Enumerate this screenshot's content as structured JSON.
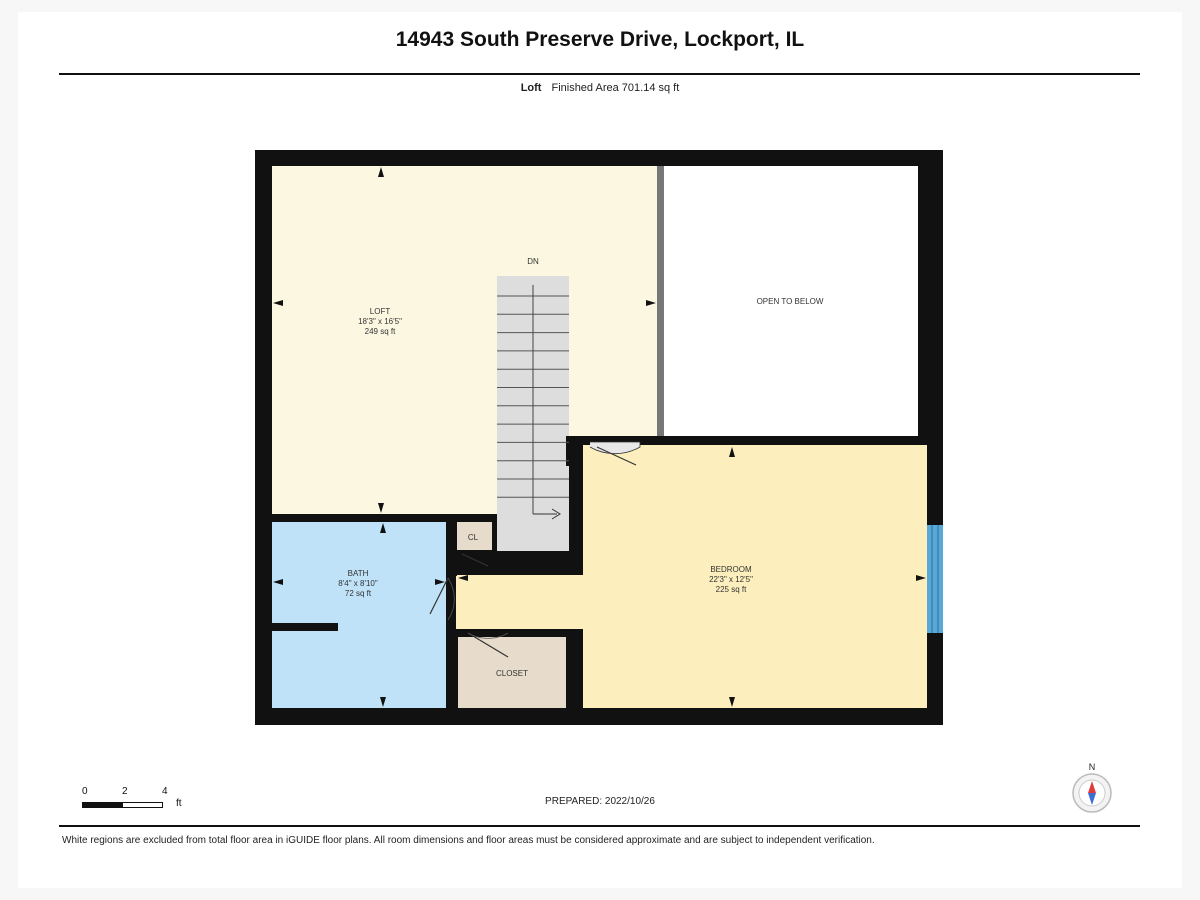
{
  "header": {
    "address": "14943 South Preserve Drive, Lockport, IL",
    "level": "Loft",
    "area": "Finished Area 701.14 sq ft"
  },
  "rooms": {
    "loft": {
      "name": "LOFT",
      "dims": "18'3\" x 16'5\"",
      "area": "249 sq ft",
      "fill": "#fbf7e1"
    },
    "bath": {
      "name": "BATH",
      "dims": "8'4\" x 8'10\"",
      "area": "72 sq ft",
      "fill": "#bfe2f8"
    },
    "bedroom": {
      "name": "BEDROOM",
      "dims": "22'3\" x 12'5\"",
      "area": "225 sq ft",
      "fill": "#fcefbd"
    },
    "closet": {
      "name": "CLOSET",
      "fill": "#e7dccb"
    },
    "cl": {
      "name": "CL",
      "fill": "#e7dccb"
    },
    "open_to_below": {
      "name": "OPEN TO BELOW",
      "fill": "#ffffff"
    }
  },
  "stairs": {
    "label": "DN",
    "fill": "#dddddd"
  },
  "window_color": "#5aa8d8",
  "scale": {
    "labels": [
      "0",
      "2",
      "4"
    ],
    "unit": "ft"
  },
  "prepared": "PREPARED: 2022/10/26",
  "compass": {
    "label": "N"
  },
  "disclaimer": "White regions are excluded from total floor area in iGUIDE floor plans. All room dimensions and floor areas must be considered approximate and are subject to independent verification."
}
